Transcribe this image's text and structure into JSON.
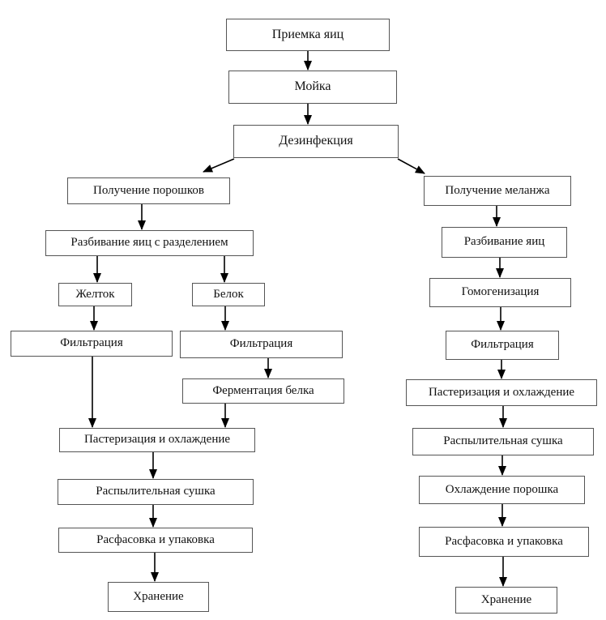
{
  "diagram": {
    "type": "flowchart",
    "language": "ru",
    "background_color": "#ffffff",
    "box_border_color": "#555555",
    "arrow_color": "#000000",
    "nodes": [
      {
        "id": "reception",
        "label": "Приемка яиц"
      },
      {
        "id": "washing",
        "label": "Мойка"
      },
      {
        "id": "disinfection",
        "label": "Дезинфекция"
      },
      {
        "id": "powder-branch",
        "label": "Получение порошков"
      },
      {
        "id": "breaking-sep",
        "label": "Разбивание яиц с разделением"
      },
      {
        "id": "yolk",
        "label": "Желток"
      },
      {
        "id": "white",
        "label": "Белок"
      },
      {
        "id": "filtration-yolk",
        "label": "Фильтрация"
      },
      {
        "id": "filtration-white",
        "label": "Фильтрация"
      },
      {
        "id": "fermentation",
        "label": "Ферментация белка"
      },
      {
        "id": "pasteurization-l",
        "label": "Пастеризация и охлаждение"
      },
      {
        "id": "spray-drying-l",
        "label": "Распылительная сушка"
      },
      {
        "id": "packing-l",
        "label": "Расфасовка и упаковка"
      },
      {
        "id": "storage-l",
        "label": "Хранение"
      },
      {
        "id": "melange-branch",
        "label": "Получение меланжа"
      },
      {
        "id": "breaking",
        "label": "Разбивание яиц"
      },
      {
        "id": "homogenization",
        "label": "Гомогенизация"
      },
      {
        "id": "filtration-r",
        "label": "Фильтрация"
      },
      {
        "id": "pasteurization-r",
        "label": "Пастеризация и охлаждение"
      },
      {
        "id": "spray-drying-r",
        "label": "Распылительная сушка"
      },
      {
        "id": "powder-cooling",
        "label": "Охлаждение порошка"
      },
      {
        "id": "packing-r",
        "label": "Расфасовка и упаковка"
      },
      {
        "id": "storage-r",
        "label": "Хранение"
      }
    ],
    "edges": [
      {
        "from": "reception",
        "to": "washing"
      },
      {
        "from": "washing",
        "to": "disinfection"
      },
      {
        "from": "disinfection",
        "to": "powder-branch"
      },
      {
        "from": "disinfection",
        "to": "melange-branch"
      },
      {
        "from": "powder-branch",
        "to": "breaking-sep"
      },
      {
        "from": "breaking-sep",
        "to": "yolk"
      },
      {
        "from": "breaking-sep",
        "to": "white"
      },
      {
        "from": "yolk",
        "to": "filtration-yolk"
      },
      {
        "from": "white",
        "to": "filtration-white"
      },
      {
        "from": "filtration-white",
        "to": "fermentation"
      },
      {
        "from": "filtration-yolk",
        "to": "pasteurization-l"
      },
      {
        "from": "fermentation",
        "to": "pasteurization-l"
      },
      {
        "from": "pasteurization-l",
        "to": "spray-drying-l"
      },
      {
        "from": "spray-drying-l",
        "to": "packing-l"
      },
      {
        "from": "packing-l",
        "to": "storage-l"
      },
      {
        "from": "melange-branch",
        "to": "breaking"
      },
      {
        "from": "breaking",
        "to": "homogenization"
      },
      {
        "from": "homogenization",
        "to": "filtration-r"
      },
      {
        "from": "filtration-r",
        "to": "pasteurization-r"
      },
      {
        "from": "pasteurization-r",
        "to": "spray-drying-r"
      },
      {
        "from": "spray-drying-r",
        "to": "powder-cooling"
      },
      {
        "from": "powder-cooling",
        "to": "packing-r"
      },
      {
        "from": "packing-r",
        "to": "storage-r"
      }
    ]
  }
}
